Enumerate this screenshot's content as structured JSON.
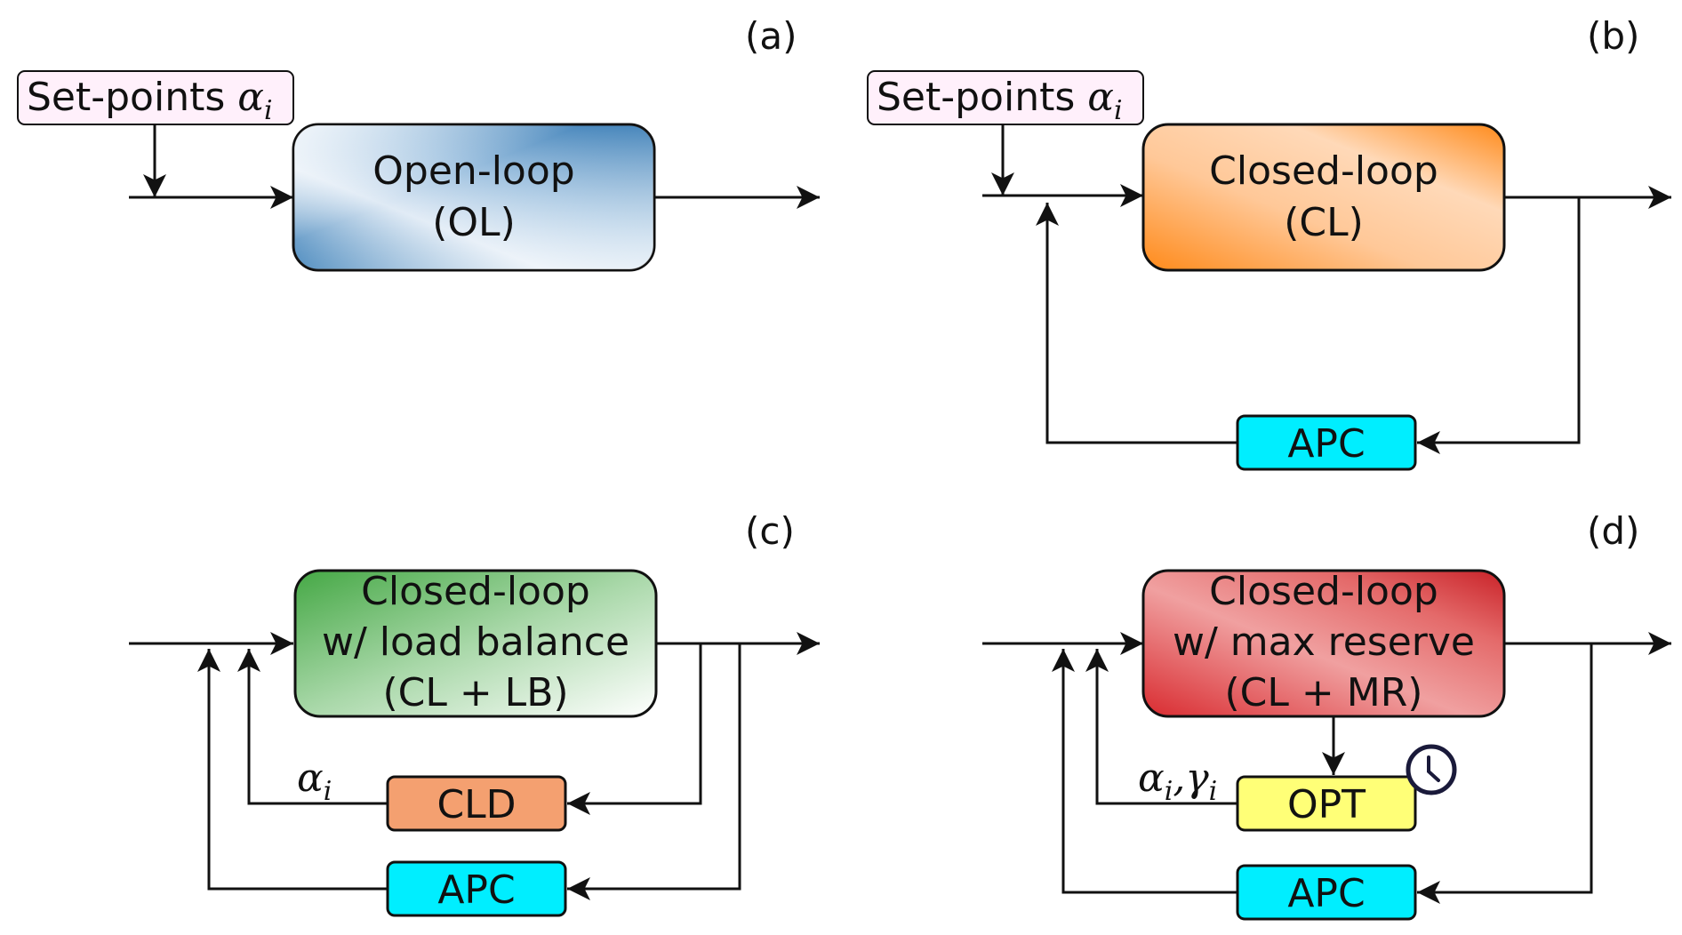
{
  "panels": {
    "a": {
      "label": "(a)",
      "setpoint_text": "Set-points ",
      "setpoint_sym": "α",
      "setpoint_sub": "i",
      "main_line1": "Open-loop",
      "main_line2": "(OL)",
      "main_color": "#3a7fb8"
    },
    "b": {
      "label": "(b)",
      "setpoint_text": "Set-points ",
      "setpoint_sym": "α",
      "setpoint_sub": "i",
      "main_line1": "Closed-loop",
      "main_line2": "(CL)",
      "main_color": "#ff8c22",
      "apc_label": "APC"
    },
    "c": {
      "label": "(c)",
      "main_line1": "Closed-loop",
      "main_line2": "w/ load balance",
      "main_line3": "(CL + LB)",
      "main_color": "#3aa33a",
      "cld_label": "CLD",
      "cld_color": "#f4a070",
      "apc_label": "APC",
      "feedback_sym": "α",
      "feedback_sub": "i"
    },
    "d": {
      "label": "(d)",
      "main_line1": "Closed-loop",
      "main_line2": "w/ max reserve",
      "main_line3": "(CL + MR)",
      "main_color": "#dd3333",
      "opt_label": "OPT",
      "opt_color": "#ffff77",
      "apc_label": "APC",
      "feedback_sym1": "α",
      "feedback_sub1": "i",
      "feedback_sep": ",",
      "feedback_sym2": "γ",
      "feedback_sub2": "i",
      "clock_icon": "clock-icon"
    }
  },
  "colors": {
    "apc": "#00eeff",
    "setpoint_bg": "#fff0fb"
  }
}
